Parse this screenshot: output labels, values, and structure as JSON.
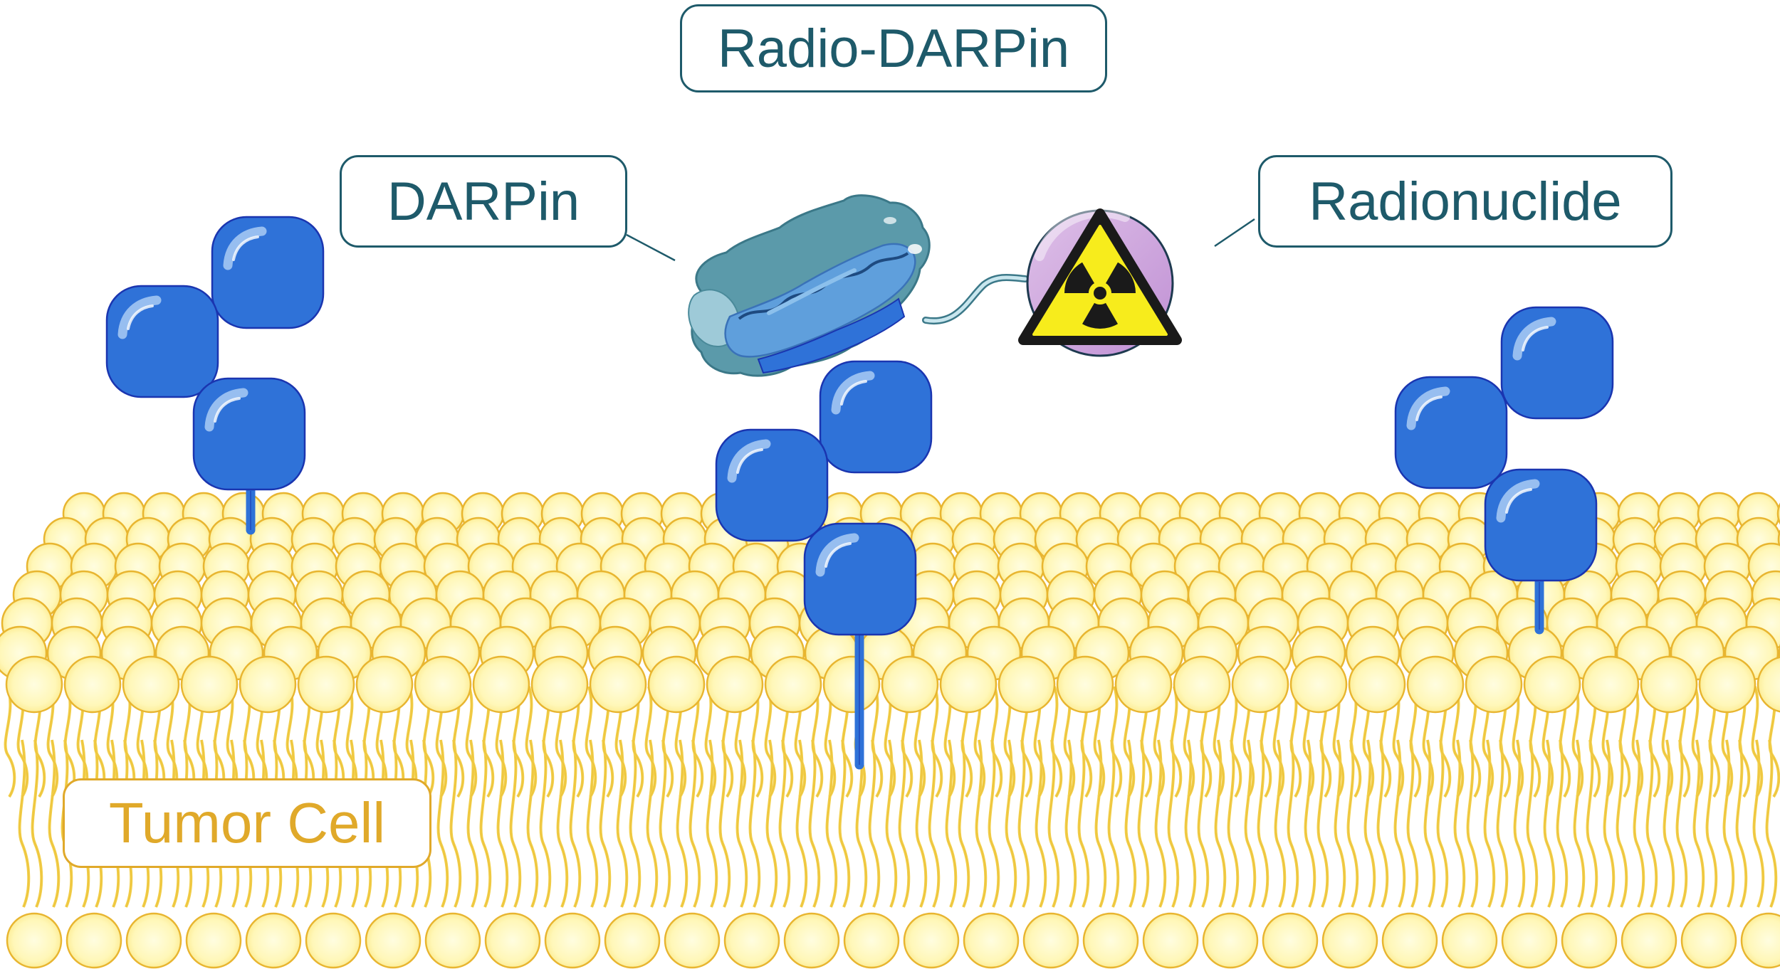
{
  "labels": {
    "title": "Radio-DARPin",
    "darpin": "DARPin",
    "radionuclide": "Radionuclide",
    "tumor_cell": "Tumor Cell"
  },
  "colors": {
    "label_teal": "#1e5a6a",
    "label_gold": "#e0a92a",
    "receptor_blue": "#2f72d8",
    "receptor_stroke": "#1a35b0",
    "lipid_head": "#fff6b0",
    "lipid_stroke": "#e8b530",
    "lipid_tail": "#f2cf4a",
    "darpin_dark": "#5b9aaa",
    "darpin_light": "#5f9fdc",
    "nuclide_purple": "#c79bd8",
    "hazard_yellow": "#f7ec1c"
  },
  "icons": {
    "radiation": "radiation-hazard-icon"
  }
}
